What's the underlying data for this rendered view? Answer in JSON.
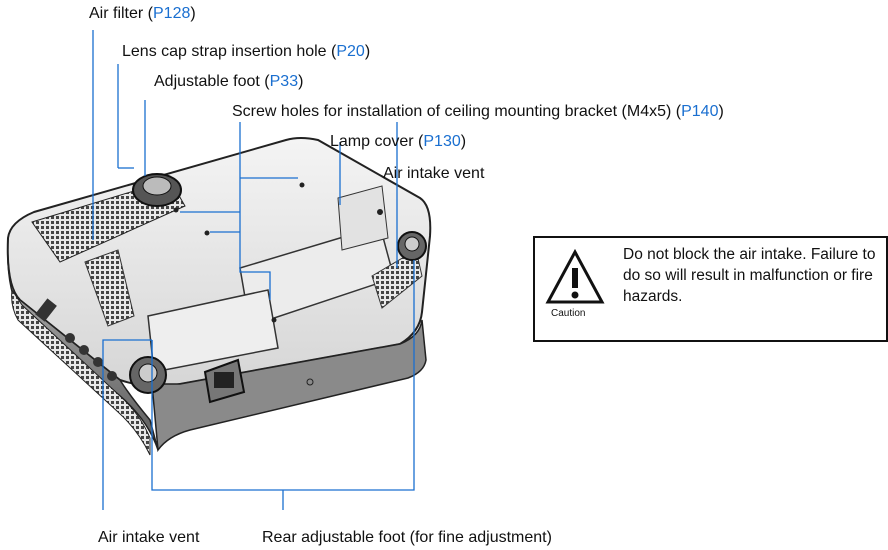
{
  "labels": {
    "air_filter": {
      "text": "Air filter (",
      "ref": "P128",
      "close": ")"
    },
    "lens_cap": {
      "text": "Lens cap strap insertion hole (",
      "ref": "P20",
      "close": ")"
    },
    "adjustable_foot": {
      "text": "Adjustable foot (",
      "ref": "P33",
      "close": ")"
    },
    "screw_holes": {
      "text": "Screw holes for installation of ceiling mounting bracket (M4x5) (",
      "ref": "P140",
      "close": ")"
    },
    "lamp_cover": {
      "text": "Lamp cover (",
      "ref": "P130",
      "close": ")"
    },
    "air_intake_top": "Air intake vent",
    "air_intake_bottom": "Air intake vent",
    "rear_foot": "Rear adjustable foot (for fine adjustment)"
  },
  "caution": {
    "message": "Do not block the air intake. Failure to do so will result in malfunction or fire hazards.",
    "icon_word": "Caution"
  },
  "colors": {
    "reference_link": "#1a6fd0"
  }
}
